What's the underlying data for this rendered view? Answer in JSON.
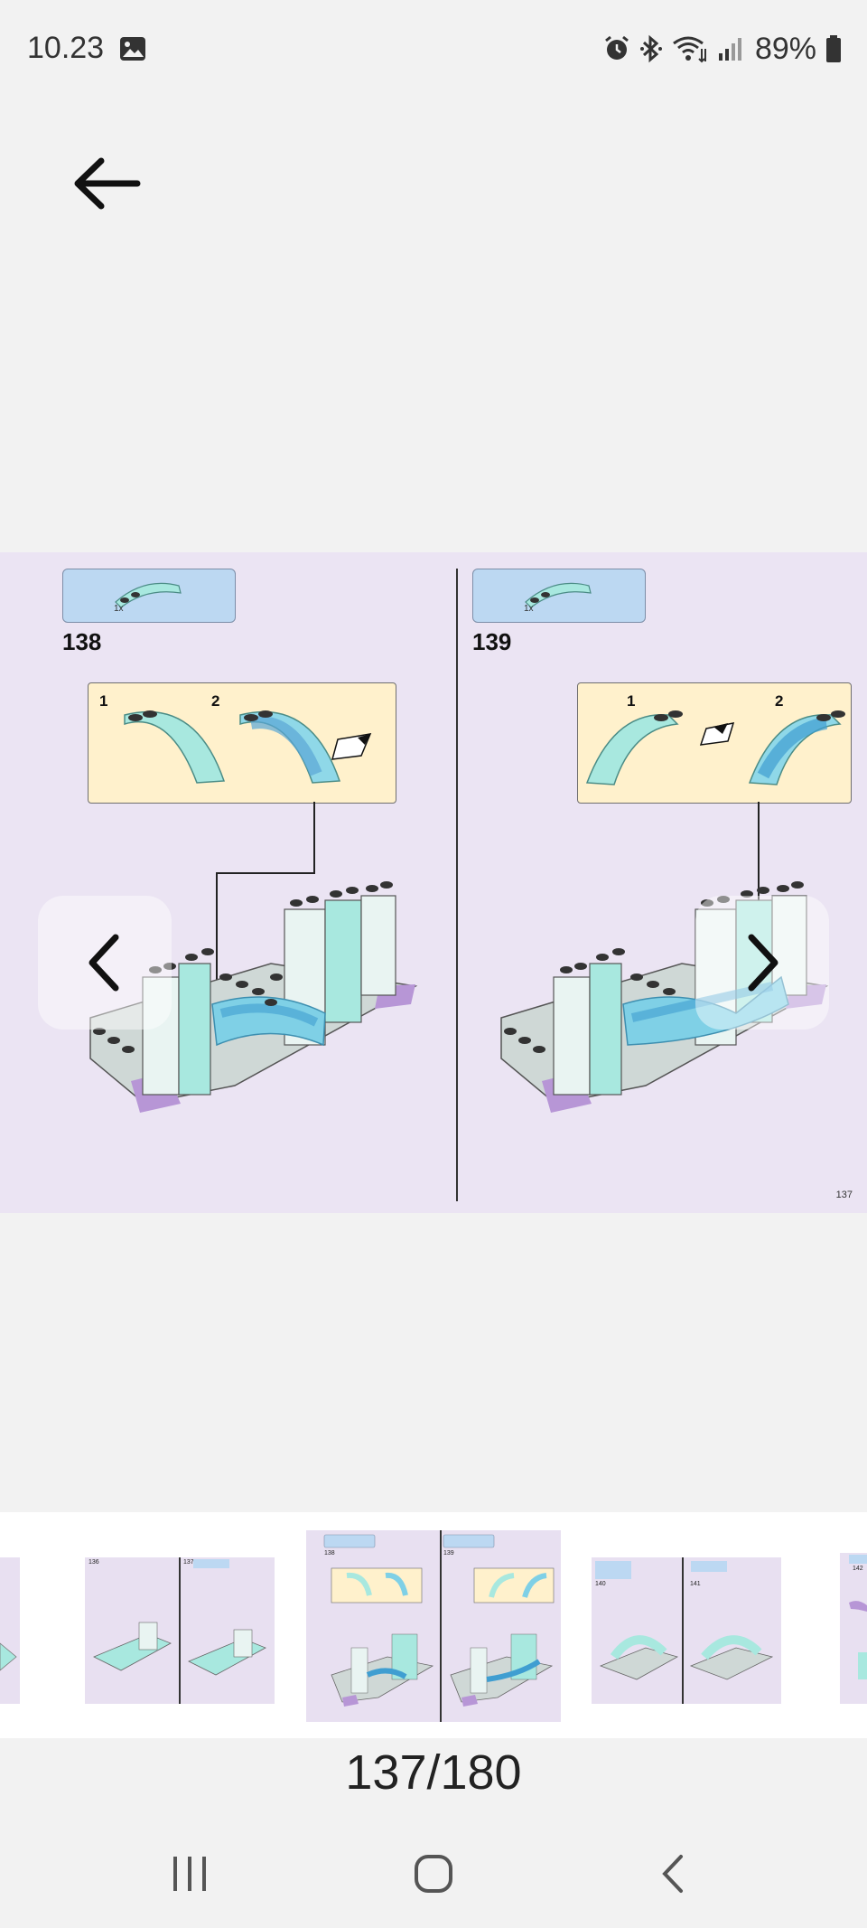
{
  "status_bar": {
    "time": "10.23",
    "battery": "89%",
    "icons": [
      "gallery-icon",
      "alarm-icon",
      "bluetooth-icon",
      "wifi-icon",
      "signal-icon",
      "battery-icon"
    ]
  },
  "toolbar": {
    "back_icon": "arrow-left-icon"
  },
  "page": {
    "left_step": "138",
    "right_step": "139",
    "parts_qty": "1x",
    "sub_step_1": "1",
    "sub_step_2": "2",
    "page_number": "137"
  },
  "thumbnails": [
    {
      "left": "",
      "right": ""
    },
    {
      "left": "136",
      "right": "137"
    },
    {
      "left": "138",
      "right": "139"
    },
    {
      "left": "140",
      "right": "141"
    },
    {
      "left": "142",
      "right": ""
    }
  ],
  "page_counter": "137/180",
  "colors": {
    "page_bg": "#ebe4f3",
    "parts_box": "#bcd8f2",
    "sub_box": "#fff1cc",
    "brick_teal": "#a8e8df",
    "brick_purple": "#b796d6"
  }
}
